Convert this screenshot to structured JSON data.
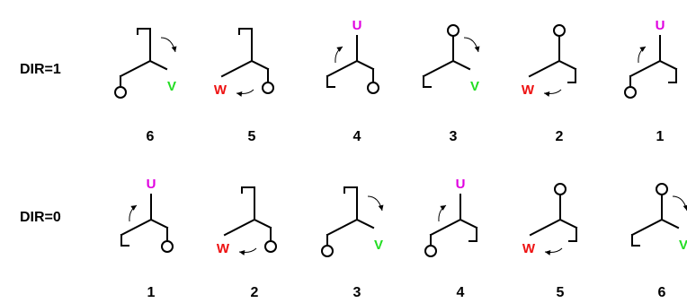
{
  "rows": [
    {
      "label": "DIR=1",
      "steps": [
        {
          "number": "6",
          "end_top": "box",
          "end_left": "circle",
          "end_right": "label",
          "phase_label": "V",
          "arrow": "cw"
        },
        {
          "number": "5",
          "end_top": "box",
          "end_left": "label",
          "end_right": "circle",
          "phase_label": "W",
          "arrow": "ccw"
        },
        {
          "number": "4",
          "end_top": "label",
          "end_left": "tee",
          "end_right": "circle",
          "phase_label": "U",
          "arrow": "ccw"
        },
        {
          "number": "3",
          "end_top": "circle",
          "end_left": "tee",
          "end_right": "label",
          "phase_label": "V",
          "arrow": "cw"
        },
        {
          "number": "2",
          "end_top": "circle",
          "end_left": "label",
          "end_right": "tee",
          "phase_label": "W",
          "arrow": "ccw"
        },
        {
          "number": "1",
          "end_top": "label",
          "end_left": "circle",
          "end_right": "tee",
          "phase_label": "U",
          "arrow": "ccw"
        }
      ]
    },
    {
      "label": "DIR=0",
      "steps": [
        {
          "number": "1",
          "end_top": "label",
          "end_left": "tee",
          "end_right": "circle",
          "phase_label": "U",
          "arrow": "ccw"
        },
        {
          "number": "2",
          "end_top": "box",
          "end_left": "label",
          "end_right": "circle",
          "phase_label": "W",
          "arrow": "ccw"
        },
        {
          "number": "3",
          "end_top": "box",
          "end_left": "circle",
          "end_right": "label",
          "phase_label": "V",
          "arrow": "cw"
        },
        {
          "number": "4",
          "end_top": "label",
          "end_left": "circle",
          "end_right": "tee",
          "phase_label": "U",
          "arrow": "ccw"
        },
        {
          "number": "5",
          "end_top": "circle",
          "end_left": "label",
          "end_right": "tee",
          "phase_label": "W",
          "arrow": "ccw"
        },
        {
          "number": "6",
          "end_top": "circle",
          "end_left": "tee",
          "end_right": "label",
          "phase_label": "V",
          "arrow": "cw"
        }
      ]
    }
  ],
  "phase_colors": {
    "U": "#e000e0",
    "V": "#22dd22",
    "W": "#ee1111"
  }
}
